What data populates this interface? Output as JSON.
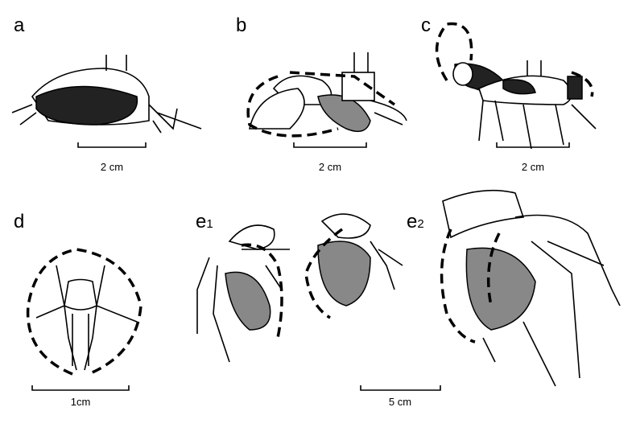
{
  "panels": {
    "a": {
      "label": "a",
      "scale": "2 cm"
    },
    "b": {
      "label": "b",
      "scale": "2 cm"
    },
    "c": {
      "label": "c",
      "scale": "2 cm"
    },
    "d": {
      "label": "d",
      "scale": "1cm"
    },
    "e1": {
      "label": "e",
      "sub": "1"
    },
    "e2": {
      "label": "e",
      "sub": "2"
    },
    "e_scale": "5 cm"
  }
}
